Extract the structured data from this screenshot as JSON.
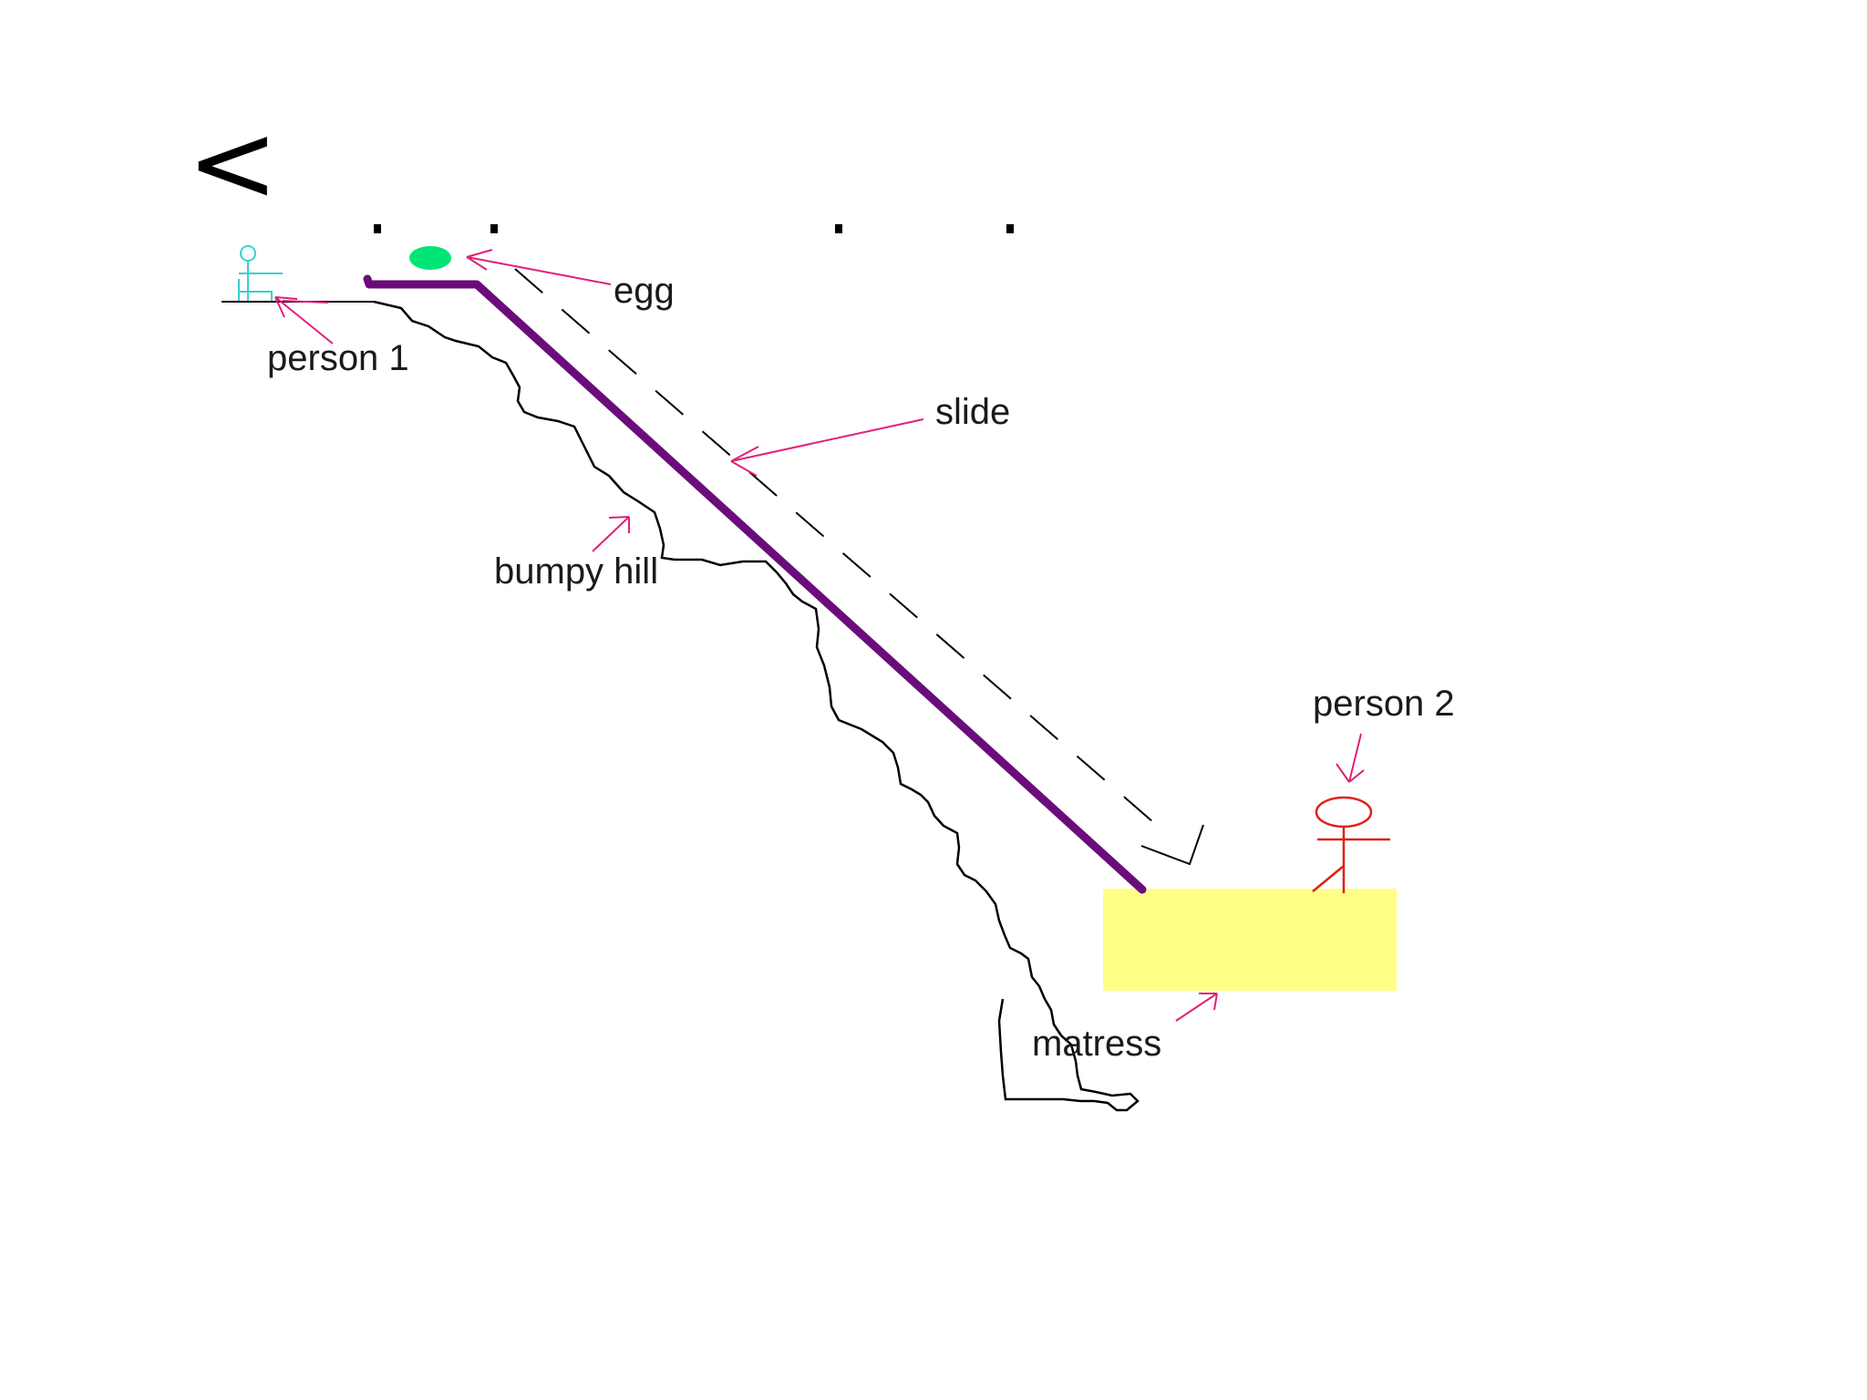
{
  "header": {
    "glyph": "<"
  },
  "labels": {
    "egg": "egg",
    "person1": "person 1",
    "slide": "slide",
    "bumpy_hill": "bumpy hill",
    "person2": "person 2",
    "matress": "matress"
  },
  "colors": {
    "slide": "#6a0d7a",
    "egg": "#00e676",
    "arrows": "#e0207a",
    "person1": "#39d0d0",
    "person2": "#e0201a",
    "matress": "#ffff88",
    "hill": "#000000"
  }
}
